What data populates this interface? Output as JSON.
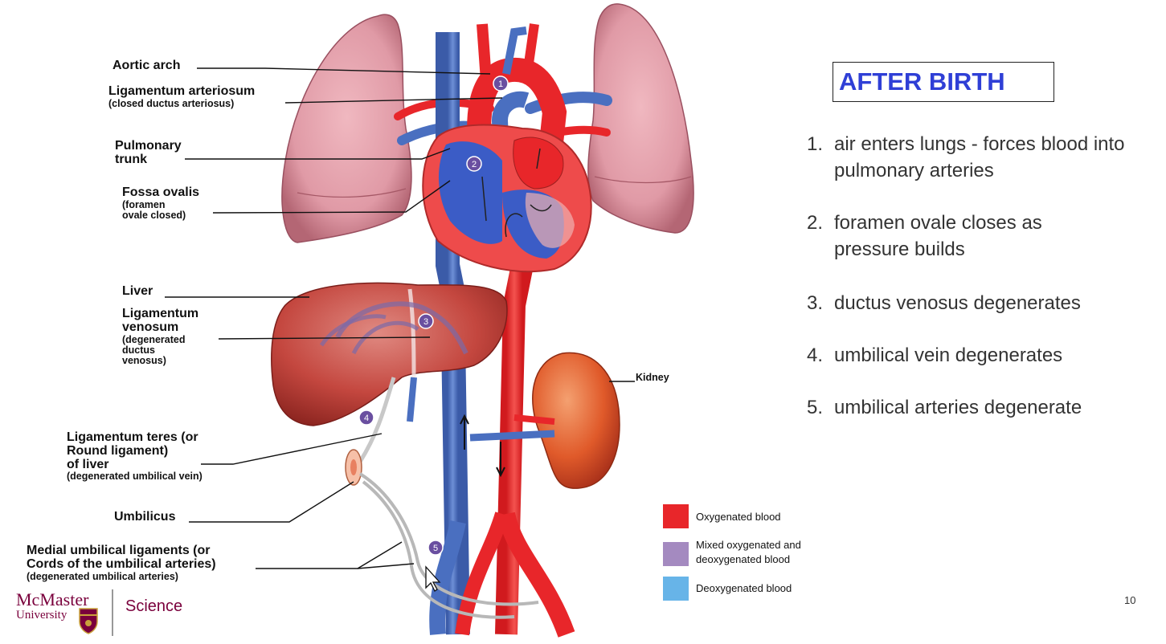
{
  "labels": {
    "aortic_arch": "Aortic arch",
    "lig_arteriosum": "Ligamentum arteriosum",
    "lig_arteriosum_sub": "(closed ductus arteriosus)",
    "pulmonary_1": "Pulmonary",
    "pulmonary_2": "trunk",
    "fossa": "Fossa ovalis",
    "fossa_sub1": "(foramen",
    "fossa_sub2": "ovale closed)",
    "liver": "Liver",
    "lig_venosum_1": "Ligamentum",
    "lig_venosum_2": "venosum",
    "lig_venosum_sub1": "(degenerated",
    "lig_venosum_sub2": "ductus",
    "lig_venosum_sub3": "venosus)",
    "kidney": "Kidney",
    "lig_teres_1": "Ligamentum teres (or",
    "lig_teres_2": "Round ligament)",
    "lig_teres_3": "of liver",
    "lig_teres_sub": "(degenerated umbilical vein)",
    "umbilicus": "Umbilicus",
    "medial_1": "Medial umbilical ligaments (or",
    "medial_2": "Cords of the umbilical arteries)",
    "medial_sub": "(degenerated umbilical arteries)"
  },
  "markers": [
    "1",
    "2",
    "3",
    "4",
    "5"
  ],
  "title": "AFTER BIRTH",
  "steps": [
    {
      "num": "1.",
      "text": "air enters lungs -  forces blood into pulmonary arteries"
    },
    {
      "num": "2.",
      "text": "foramen ovale closes as pressure builds"
    },
    {
      "num": "3.",
      "text": "ductus venosus degenerates"
    },
    {
      "num": "4.",
      "text": "umbilical vein degenerates"
    },
    {
      "num": "5.",
      "text": "umbilical arteries degenerate"
    }
  ],
  "legend": [
    {
      "label_1": "Oxygenated blood",
      "label_2": "",
      "color": "#e8262a"
    },
    {
      "label_1": "Mixed oxygenated and",
      "label_2": "deoxygenated blood",
      "color": "#a48ac0"
    },
    {
      "label_1": "Deoxygenated blood",
      "label_2": "",
      "color": "#67b4e8"
    }
  ],
  "logo": {
    "name": "McMaster",
    "university": "University",
    "faculty": "Science"
  },
  "page_number": "10",
  "colors": {
    "title": "#2f3fd6",
    "oxygenated": "#e8262a",
    "deoxygenated": "#4a6fc0",
    "brand": "#7a003c"
  }
}
